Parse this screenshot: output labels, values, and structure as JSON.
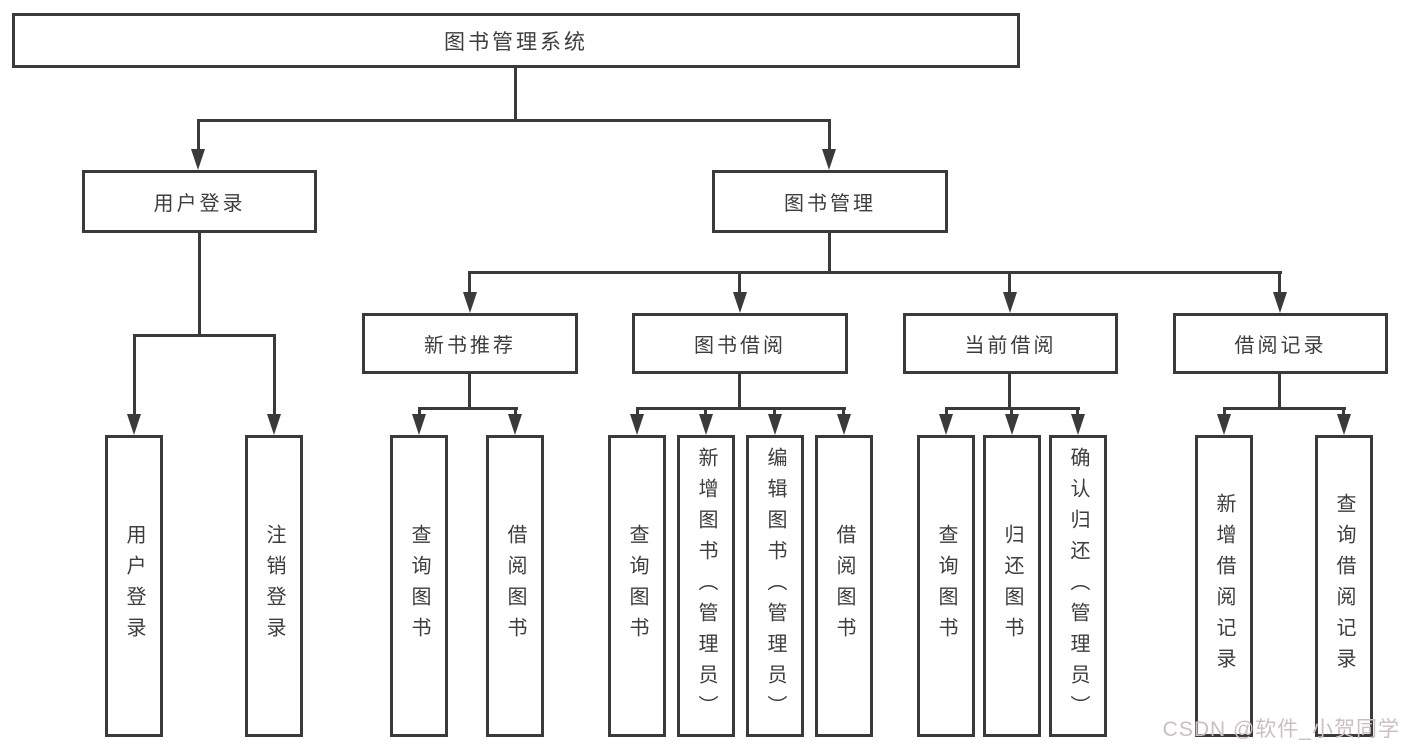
{
  "nodes": {
    "root": "图书管理系统",
    "userLogin": "用户登录",
    "bookMgmt": "图书管理",
    "newBook": "新书推荐",
    "bookBorrow": "图书借阅",
    "currentBorrow": "当前借阅",
    "borrowRecords": "借阅记录"
  },
  "leaves": {
    "userLogin": "用户登录",
    "logout": "注销登录",
    "nbQuery": "查询图书",
    "nbBorrow": "借阅图书",
    "bbQuery": "查询图书",
    "bbAdd": "新增图书（管理员）",
    "bbEdit": "编辑图书（管理员）",
    "bbBorrow": "借阅图书",
    "cbQuery": "查询图书",
    "cbReturn": "归还图书",
    "cbConfirm": "确认归还（管理员）",
    "brAdd": "新增借阅记录",
    "brQuery": "查询借阅记录"
  },
  "watermark": "CSDN @软件_小贺同学",
  "colors": {
    "line": "#3a3a3a",
    "text": "#3d3d3d",
    "watermark": "#ccbec2",
    "background": "#ffffff"
  }
}
